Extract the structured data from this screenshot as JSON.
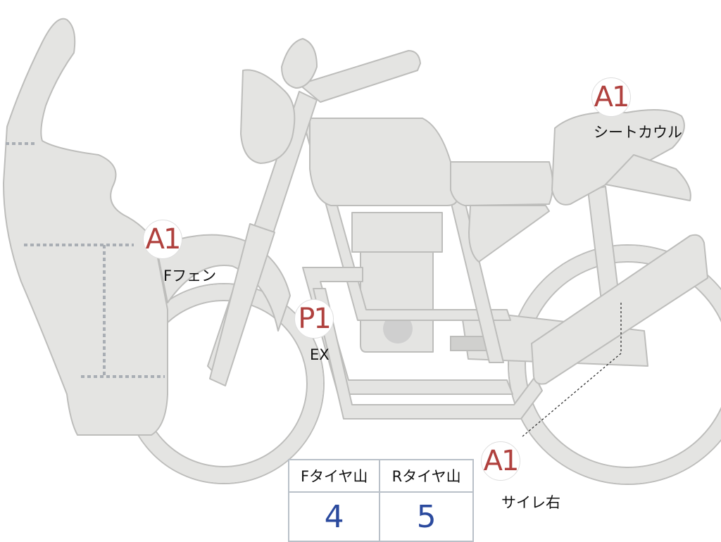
{
  "labels": [
    {
      "id": "seat-cowl",
      "code": "A1",
      "text": "シートカウル"
    },
    {
      "id": "front-fender",
      "code": "A1",
      "text": "Fフェン"
    },
    {
      "id": "exhaust",
      "code": "P1",
      "text": "EX"
    },
    {
      "id": "silencer-right",
      "code": "A1",
      "text": "サイレ右"
    }
  ],
  "tire_table": {
    "headers": [
      "Fタイヤ山",
      "Rタイヤ山"
    ],
    "values": [
      "4",
      "5"
    ]
  },
  "colors": {
    "part_fill": "#e4e4e2",
    "part_stroke": "#bdbdbb",
    "code_red": "#b0413e",
    "value_blue": "#2b4a9e",
    "grid_line": "#b9c0c8"
  }
}
